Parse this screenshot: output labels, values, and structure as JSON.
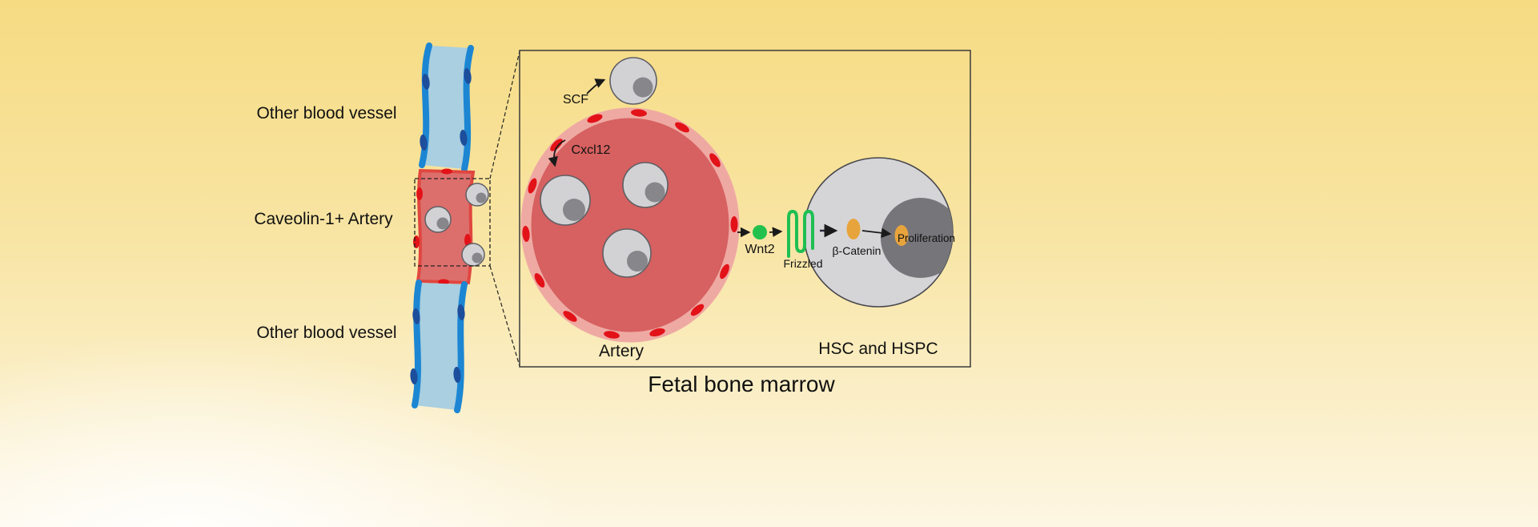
{
  "diagram": {
    "caption": "Fetal bone marrow",
    "left_panel": {
      "vessel_top_label": "Other blood vessel",
      "artery_label": "Caveolin-1+ Artery",
      "vessel_bottom_label": "Other blood vessel"
    },
    "inset": {
      "scf_label": "SCF",
      "cxcl12_label": "Cxcl12",
      "wnt2_label": "Wnt2",
      "frizzled_label": "Frizzled",
      "beta_catenin_label": "β-Catenin",
      "proliferation_label": "Proliferation",
      "artery_label": "Artery",
      "hsc_label": "HSC and  HSPC"
    }
  },
  "colors": {
    "background_yellow": "#f6db82",
    "background_white": "#ffffff",
    "vessel_blue_fill": "#a9cfe0",
    "vessel_blue_stroke": "#1c86d3",
    "vessel_nucleus_blue": "#1d4e9c",
    "artery_segment_fill": "#dc6f6c",
    "artery_segment_stroke": "#e0463f",
    "artery_fill": "#d66160",
    "artery_ring": "#efa9a3",
    "endothelial_dot_red": "#e21218",
    "cell_gray_fill": "#d2d2d5",
    "cell_gray_stroke": "#5f5f64",
    "cell_nucleus_gray": "#87878b",
    "hsc_fill": "#d5d5d8",
    "hsc_stroke": "#47474d",
    "hsc_nucleus": "#76767a",
    "wnt2_green": "#22c14d",
    "frizzled_green": "#1fbf52",
    "catenin_orange": "#e8a43c",
    "arrow_black": "#1a1a1a"
  }
}
